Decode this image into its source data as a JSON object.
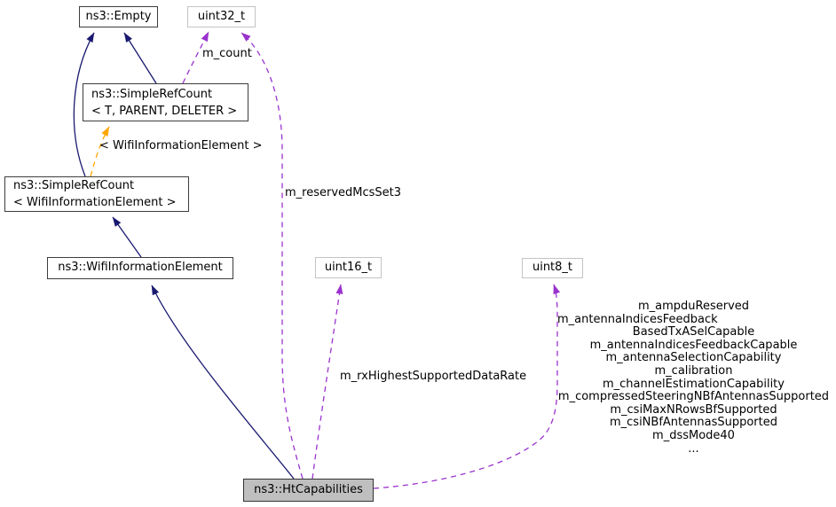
{
  "nodes": {
    "empty": {
      "label": "ns3::Empty"
    },
    "uint32": {
      "label": "uint32_t"
    },
    "simplerefcount_template": {
      "line1": "ns3::SimpleRefCount",
      "line2": "< T, PARENT, DELETER >"
    },
    "simplerefcount_wie": {
      "line1": "ns3::SimpleRefCount",
      "line2": "< WifiInformationElement >"
    },
    "wifi_information_element": {
      "label": "ns3::WifiInformationElement"
    },
    "uint16": {
      "label": "uint16_t"
    },
    "uint8": {
      "label": "uint8_t"
    },
    "ht_capabilities": {
      "label": "ns3::HtCapabilities"
    }
  },
  "edge_labels": {
    "m_count": "m_count",
    "template_args": "< WifiInformationElement >",
    "reserved_mcs": "m_reservedMcsSet3",
    "rx_highest": "m_rxHighestSupportedDataRate"
  },
  "uint8_members": {
    "lines": [
      "m_ampduReserved",
      "m_antennaIndicesFeedback",
      "BasedTxASelCapable",
      "m_antennaIndicesFeedbackCapable",
      "m_antennaSelectionCapability",
      "m_calibration",
      "m_channelEstimationCapability",
      "m_compressedSteeringNBfAntennasSupported",
      "m_csiMaxNRowsBfSupported",
      "m_csiNBfAntennasSupported",
      "m_dssMode40",
      "..."
    ]
  },
  "edges": [
    {
      "from": "ns3::SimpleRefCount< WifiInformationElement >",
      "to": "ns3::Empty",
      "type": "inheritance"
    },
    {
      "from": "ns3::SimpleRefCount< T, PARENT, DELETER >",
      "to": "ns3::Empty",
      "type": "inheritance"
    },
    {
      "from": "ns3::SimpleRefCount< T, PARENT, DELETER >",
      "to": "uint32_t",
      "type": "usage",
      "label": "m_count"
    },
    {
      "from": "ns3::SimpleRefCount< WifiInformationElement >",
      "to": "ns3::SimpleRefCount< T, PARENT, DELETER >",
      "type": "template-instantiation",
      "label": "< WifiInformationElement >"
    },
    {
      "from": "ns3::WifiInformationElement",
      "to": "ns3::SimpleRefCount< WifiInformationElement >",
      "type": "inheritance"
    },
    {
      "from": "ns3::HtCapabilities",
      "to": "ns3::WifiInformationElement",
      "type": "inheritance"
    },
    {
      "from": "ns3::HtCapabilities",
      "to": "uint32_t",
      "type": "usage",
      "label": "m_reservedMcsSet3"
    },
    {
      "from": "ns3::HtCapabilities",
      "to": "uint16_t",
      "type": "usage",
      "label": "m_rxHighestSupportedDataRate"
    },
    {
      "from": "ns3::HtCapabilities",
      "to": "uint8_t",
      "type": "usage",
      "label": "m_ampduReserved m_antennaIndicesFeedbackBasedTxASelCapable m_antennaIndicesFeedbackCapable m_antennaSelectionCapability m_calibration m_channelEstimationCapability m_compressedSteeringNBfAntennasSupported m_csiMaxNRowsBfSupported m_csiNBfAntennasSupported m_dssMode40 ..."
    }
  ],
  "colors": {
    "inheritance_edge": "#191970",
    "usage_edge": "#9a32cd",
    "template_edge": "#ffa500",
    "node_border": "#3d3d3d",
    "typebox_border": "#c4c4c4",
    "focus_fill": "#bfbfbf",
    "background": "#ffffff"
  }
}
